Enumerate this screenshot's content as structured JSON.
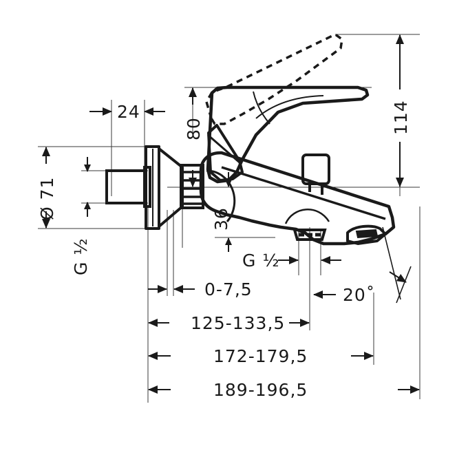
{
  "drawing": {
    "kind": "technical-dimension-drawing",
    "subject": "wall-mounted single-lever bath mixer tap",
    "background_color": "#ffffff",
    "line_color": "#1a1a1a",
    "units": "mm"
  },
  "dimensions": {
    "projection_24": "24",
    "height_80": "80",
    "height_114": "114",
    "diameter_71": "Ø 71",
    "thread_inlet": "G ½",
    "thread_outlet": "G ½",
    "depth_36": "36",
    "wall_gap": "0-7,5",
    "center_to_outlet": "125-133,5",
    "length_mid": "172-179,5",
    "length_total": "189-196,5",
    "spout_angle": "20˚"
  },
  "labels": [
    {
      "id": "d24",
      "text": "24",
      "rotated": false
    },
    {
      "id": "d80",
      "text": "80",
      "rotated": true
    },
    {
      "id": "d114",
      "text": "114",
      "rotated": true
    },
    {
      "id": "d71",
      "text": "Ø 71",
      "rotated": true
    },
    {
      "id": "gin",
      "text": "G ½",
      "rotated": true
    },
    {
      "id": "gout",
      "text": "G ½",
      "rotated": false
    },
    {
      "id": "d36",
      "text": "36",
      "rotated": true
    },
    {
      "id": "d075",
      "text": "0-7,5",
      "rotated": false
    },
    {
      "id": "d125",
      "text": "125-133,5",
      "rotated": false
    },
    {
      "id": "d172",
      "text": "172-179,5",
      "rotated": false
    },
    {
      "id": "d189",
      "text": "189-196,5",
      "rotated": false
    },
    {
      "id": "a20",
      "text": "20˚",
      "rotated": false
    }
  ]
}
